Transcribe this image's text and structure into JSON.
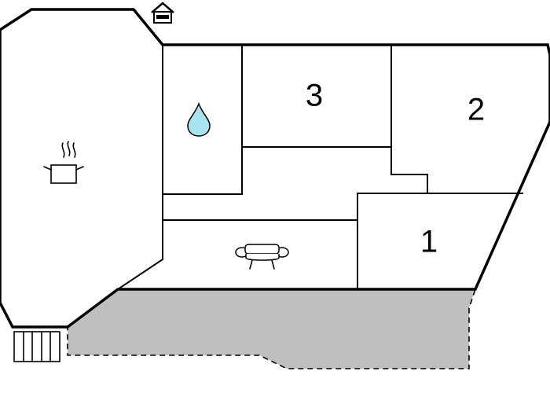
{
  "floor_plan": {
    "colors": {
      "wall": "#000000",
      "terrace_fill": "#bfbfbf",
      "water_drop": "#a8e4f0",
      "background": "#ffffff"
    },
    "rooms": [
      {
        "id": "room-1",
        "label": "1",
        "type": "bedroom"
      },
      {
        "id": "room-2",
        "label": "2",
        "type": "bedroom"
      },
      {
        "id": "room-3",
        "label": "3",
        "type": "bedroom"
      }
    ],
    "icons": {
      "kitchen": "cooking-pot-icon",
      "bathroom": "water-drop-icon",
      "living_room": "sofa-icon",
      "entrance": "house-icon",
      "stairs": "stairs-icon"
    }
  }
}
